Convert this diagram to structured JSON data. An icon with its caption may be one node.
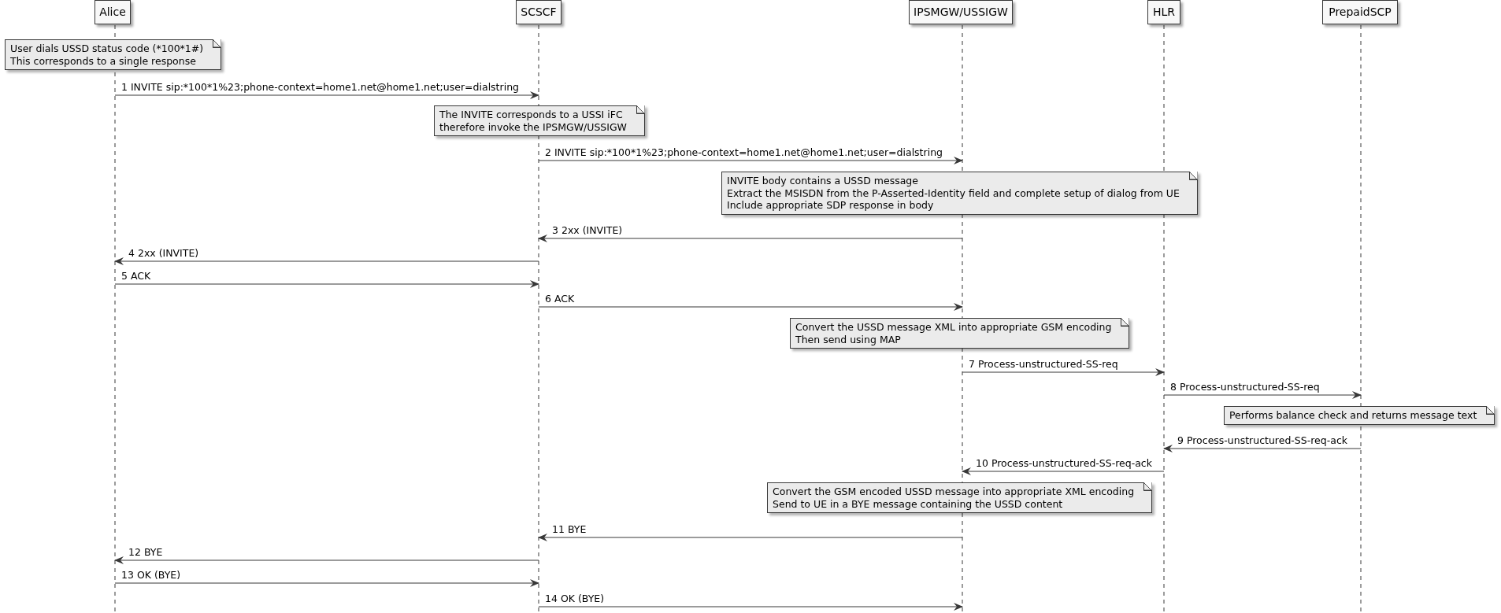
{
  "diagram": {
    "nodes": [
      {
        "text": [
          "Alice"
        ]
      },
      {
        "text": [
          "SCSCF"
        ]
      },
      {
        "text": [
          "IPSMGW/USSIGW"
        ]
      },
      {
        "text": [
          "HLR"
        ]
      },
      {
        "text": [
          "PrepaidSCP"
        ]
      },
      {
        "text": [
          "User dials USSD status code (*100*1#)",
          "This corresponds to a single response"
        ]
      },
      {
        "text": [
          "The INVITE corresponds to a USSI iFC",
          "therefore invoke the IPSMGW/USSIGW"
        ]
      },
      {
        "text": [
          "INVITE body contains a USSD message",
          "Extract the MSISDN from the P-Asserted-Identity field and complete setup of dialog from UE",
          "Include appropriate SDP response in body"
        ]
      },
      {
        "text": [
          "Convert the USSD message XML into appropriate GSM encoding",
          "Then send using MAP"
        ]
      },
      {
        "text": [
          "Performs balance check and returns message text"
        ]
      },
      {
        "text": [
          "Convert the GSM encoded USSD message into appropriate XML encoding",
          "Send to UE in a BYE message containing the USSD content"
        ]
      }
    ],
    "edges": [
      {
        "from": 0,
        "to": 1,
        "arrow": "to",
        "label": "1 INVITE sip:*100*1%23;phone-context=home1.net@home1.net;user=dialstring"
      },
      {
        "from": 1,
        "to": 2,
        "arrow": "to",
        "label": "2 INVITE sip:*100*1%23;phone-context=home1.net@home1.net;user=dialstring"
      },
      {
        "from": 2,
        "to": 1,
        "arrow": "to",
        "label": "3 2xx (INVITE)"
      },
      {
        "from": 1,
        "to": 0,
        "arrow": "to",
        "label": "4 2xx (INVITE)"
      },
      {
        "from": 0,
        "to": 1,
        "arrow": "to",
        "label": "5 ACK"
      },
      {
        "from": 1,
        "to": 2,
        "arrow": "to",
        "label": "6 ACK"
      },
      {
        "from": 2,
        "to": 3,
        "arrow": "to",
        "label": "7 Process-unstructured-SS-req"
      },
      {
        "from": 3,
        "to": 4,
        "arrow": "to",
        "label": "8 Process-unstructured-SS-req"
      },
      {
        "from": 4,
        "to": 3,
        "arrow": "to",
        "label": "9 Process-unstructured-SS-req-ack"
      },
      {
        "from": 3,
        "to": 2,
        "arrow": "to",
        "label": "10 Process-unstructured-SS-req-ack"
      },
      {
        "from": 2,
        "to": 1,
        "arrow": "to",
        "label": "11 BYE"
      },
      {
        "from": 1,
        "to": 0,
        "arrow": "to",
        "label": "12 BYE"
      },
      {
        "from": 0,
        "to": 1,
        "arrow": "to",
        "label": "13 OK (BYE)"
      },
      {
        "from": 1,
        "to": 2,
        "arrow": "to",
        "label": "14 OK (BYE)"
      }
    ]
  }
}
